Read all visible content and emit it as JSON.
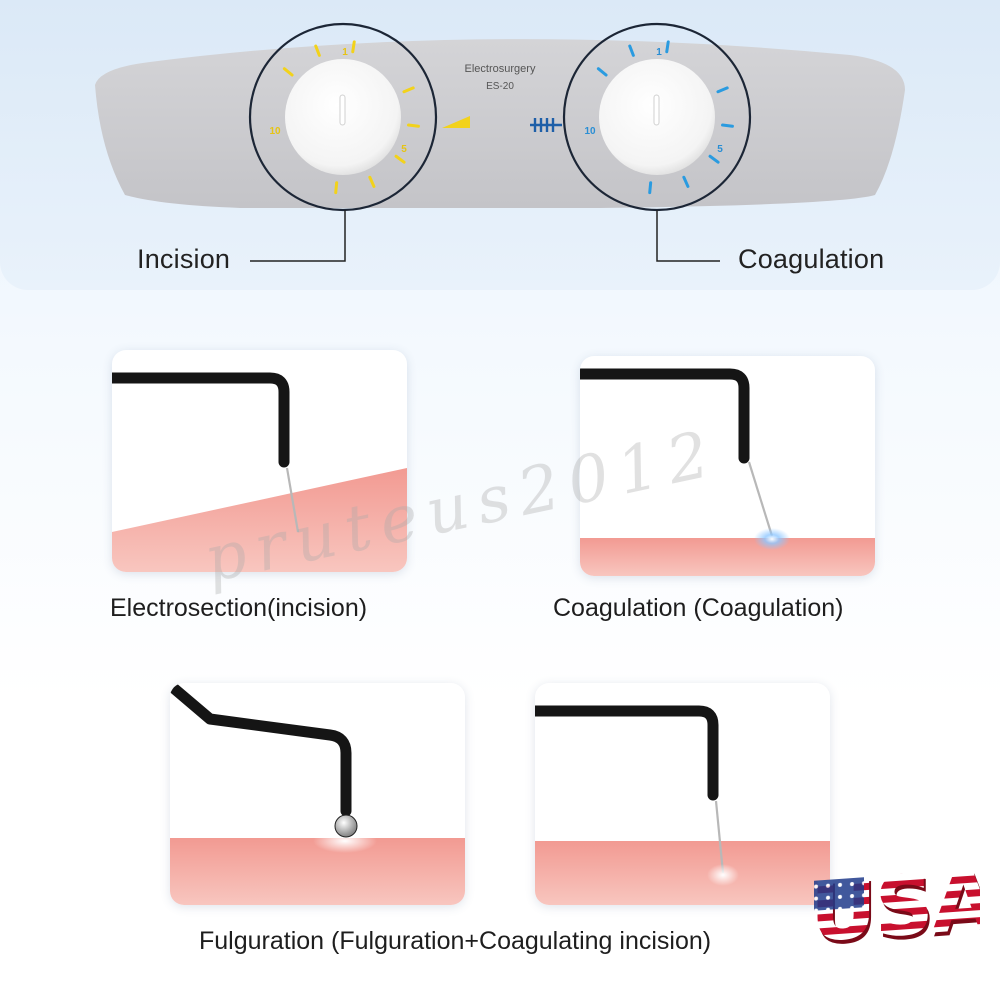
{
  "device": {
    "brand": "Electrosurgery",
    "model": "ES-20"
  },
  "knobs": {
    "incision": {
      "label": "Incision",
      "scale_min": "1",
      "scale_mid": "5",
      "scale_max": "10",
      "tick_color": "#f2d21b"
    },
    "coagulation": {
      "label": "Coagulation",
      "scale_min": "1",
      "scale_mid": "5",
      "scale_max": "10",
      "tick_color": "#2a9be0"
    }
  },
  "mode_icons": {
    "incision": "cut-wedge-icon",
    "coagulation": "coag-waveform-icon"
  },
  "modes": [
    {
      "caption": "Electrosection(incision)",
      "illustration": "angled-needle-electrode-cutting-tissue"
    },
    {
      "caption": "Coagulation (Coagulation)",
      "illustration": "needle-electrode-spark-on-tissue"
    },
    {
      "caption": "Fulguration (Fulguration+Coagulating incision)",
      "illustration": "ball-electrode-and-needle-electrode-on-tissue"
    }
  ],
  "watermark": "pruteus2012",
  "badge": {
    "text": "USA",
    "icon": "usa-flag-letters-icon"
  },
  "colors": {
    "tissue": "#f0a8a0",
    "panel": "#c8c8cb",
    "ring": "#1c2636"
  }
}
